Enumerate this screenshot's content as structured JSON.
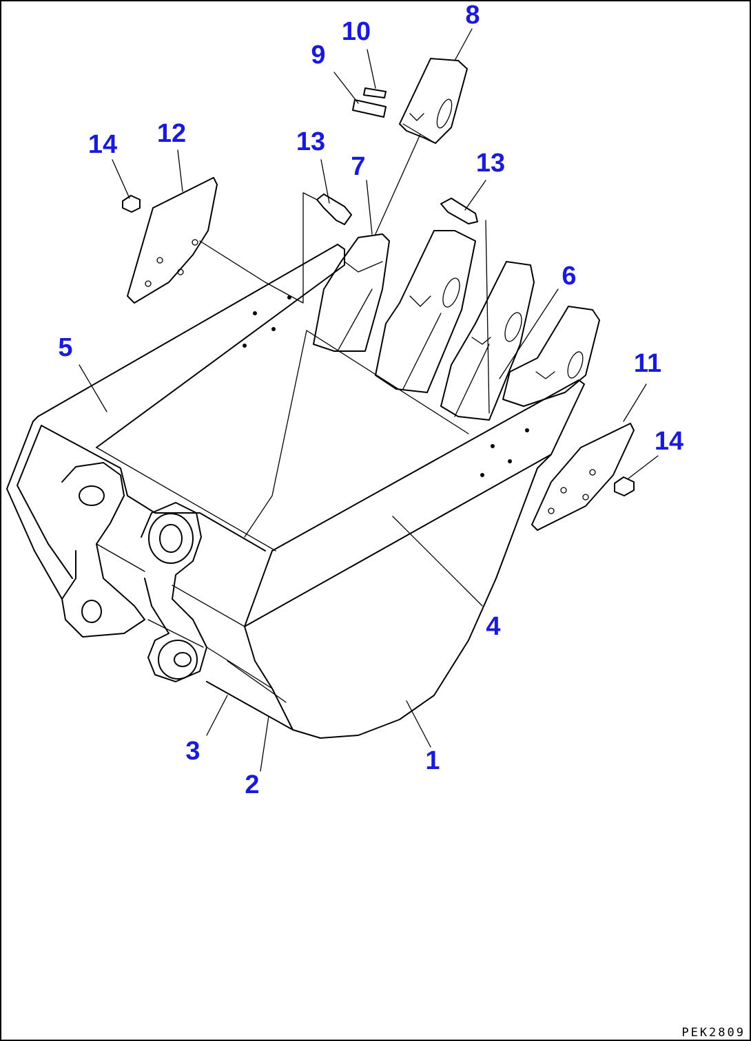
{
  "drawing_code": "PEK2809",
  "label_color": "#1a1adb",
  "callouts": [
    {
      "id": "1",
      "text": "1"
    },
    {
      "id": "2",
      "text": "2"
    },
    {
      "id": "3",
      "text": "3"
    },
    {
      "id": "4",
      "text": "4"
    },
    {
      "id": "5",
      "text": "5"
    },
    {
      "id": "6",
      "text": "6"
    },
    {
      "id": "7",
      "text": "7"
    },
    {
      "id": "8",
      "text": "8"
    },
    {
      "id": "9",
      "text": "9"
    },
    {
      "id": "10",
      "text": "10"
    },
    {
      "id": "11",
      "text": "11"
    },
    {
      "id": "12",
      "text": "12"
    },
    {
      "id": "13a",
      "text": "13"
    },
    {
      "id": "13b",
      "text": "13"
    },
    {
      "id": "14a",
      "text": "14"
    },
    {
      "id": "14b",
      "text": "14"
    }
  ]
}
